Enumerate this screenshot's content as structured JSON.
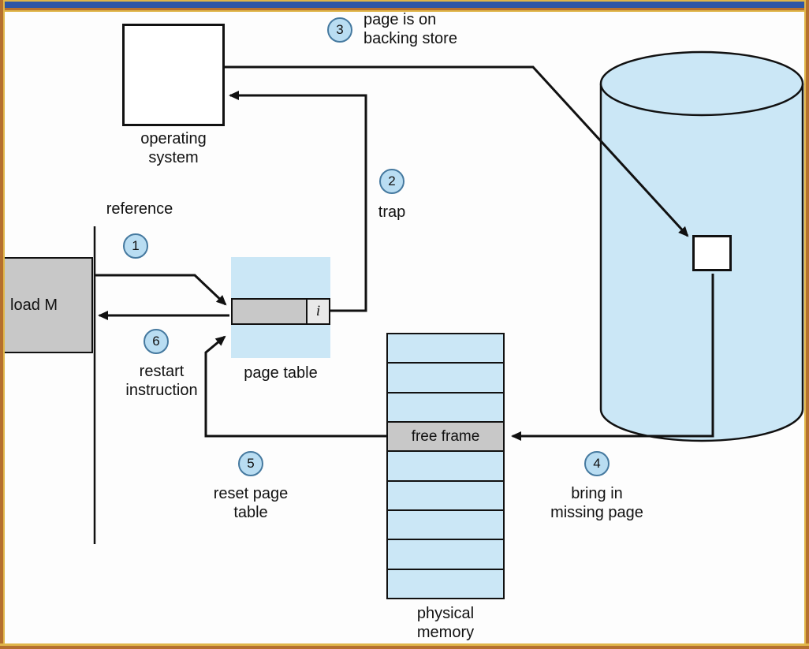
{
  "nodes": {
    "operating_system": {
      "label": "operating\nsystem"
    },
    "load_m": {
      "label": "load M"
    },
    "page_table": {
      "label": "page table",
      "invalid_bit": "i"
    },
    "physical_memory": {
      "label": "physical\nmemory",
      "free_frame": "free frame"
    }
  },
  "steps": [
    {
      "num": "1",
      "label": "reference"
    },
    {
      "num": "2",
      "label": "trap"
    },
    {
      "num": "3",
      "label": "page is on\nbacking store"
    },
    {
      "num": "4",
      "label": "bring in\nmissing page"
    },
    {
      "num": "5",
      "label": "reset page\ntable"
    },
    {
      "num": "6",
      "label": "restart\ninstruction"
    }
  ],
  "colors": {
    "light_blue": "#cbe7f6",
    "gray": "#c8c8c8",
    "circle_fill": "#b9ddf2",
    "circle_border": "#45799f",
    "frame_orange": "#b5702f",
    "frame_gold": "#e0b64a",
    "frame_blue": "#2e55a5",
    "ink": "#111111"
  }
}
